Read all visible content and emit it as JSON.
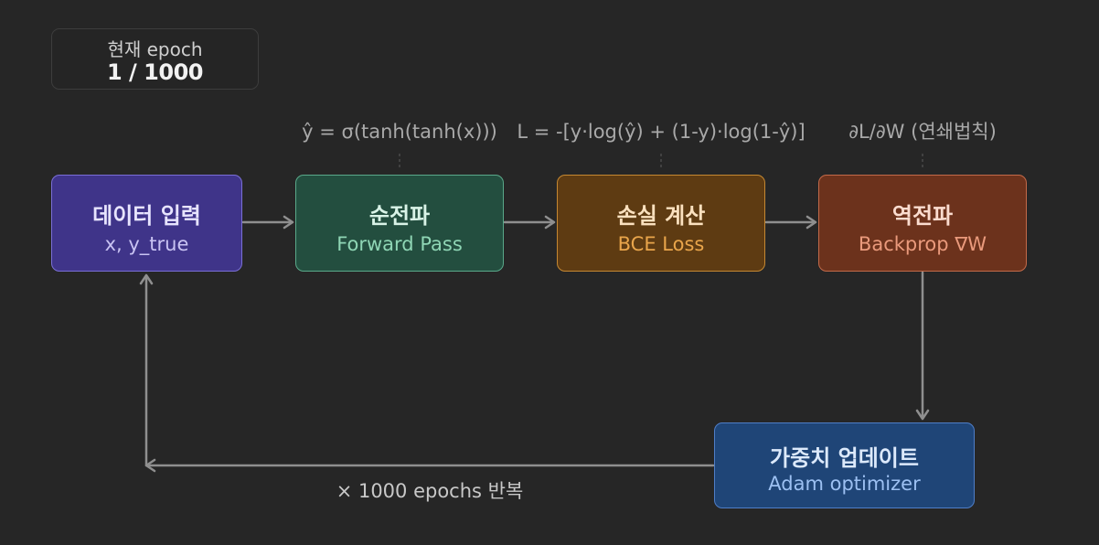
{
  "epoch": {
    "label": "현재 epoch",
    "value": "1 / 1000"
  },
  "formulas": {
    "forward": "ŷ = σ(tanh(tanh(x)))",
    "loss": "L = -[y·log(ŷ) + (1-y)·log(1-ŷ)]",
    "backprop": "∂L/∂W (연쇄법칙)"
  },
  "nodes": {
    "data": {
      "title": "데이터 입력",
      "subtitle": "x, y_true"
    },
    "forward": {
      "title": "순전파",
      "subtitle": "Forward Pass"
    },
    "loss": {
      "title": "손실 계산",
      "subtitle": "BCE Loss"
    },
    "backprop": {
      "title": "역전파",
      "subtitle": "Backprop ∇W"
    },
    "update": {
      "title": "가중치 업데이트",
      "subtitle": "Adam optimizer"
    }
  },
  "loop_label": "× 1000 epochs 반복",
  "colors": {
    "background": "#262626",
    "arrow": "#8f8f8f",
    "data": "#3f3489",
    "forward": "#234e3f",
    "loss": "#5e3b12",
    "backprop": "#6c321c",
    "update": "#1f4577"
  }
}
